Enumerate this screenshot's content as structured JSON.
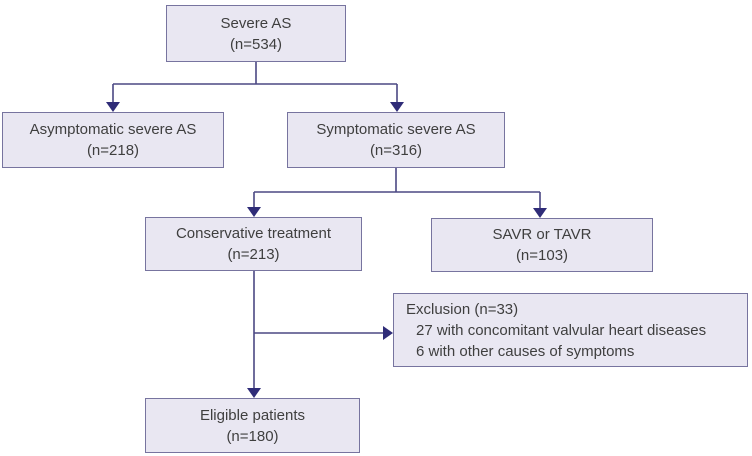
{
  "colors": {
    "background": "#ffffff",
    "box_fill": "#e9e7f2",
    "box_border": "#77749f",
    "line": "#4b4884",
    "arrow": "#2f2c78",
    "text": "#3f3f3f"
  },
  "flowchart": {
    "boxes": [
      {
        "id": "severe-as",
        "title": "Severe AS",
        "count": "(n=534)"
      },
      {
        "id": "asymptomatic-severe-as",
        "title": "Asymptomatic severe AS",
        "count": "(n=218)"
      },
      {
        "id": "symptomatic-severe-as",
        "title": "Symptomatic severe AS",
        "count": "(n=316)"
      },
      {
        "id": "conservative-treatment",
        "title": "Conservative treatment",
        "count": "(n=213)"
      },
      {
        "id": "savr-or-tavr",
        "title": "SAVR or TAVR",
        "count": "(n=103)"
      },
      {
        "id": "exclusion",
        "title": "Exclusion (n=33)",
        "details": [
          "27 with concomitant valvular heart diseases",
          "6 with other causes of symptoms"
        ]
      },
      {
        "id": "eligible-patients",
        "title": "Eligible patients",
        "count": "(n=180)"
      }
    ]
  }
}
